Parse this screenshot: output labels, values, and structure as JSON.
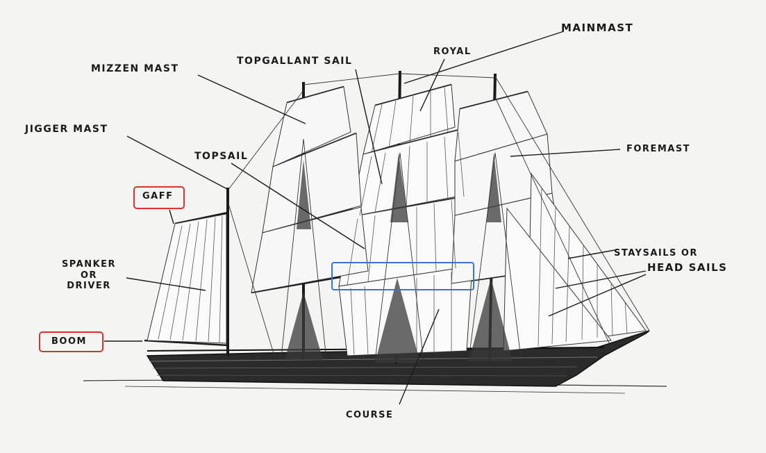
{
  "labels": {
    "mainmast": "MAINMAST",
    "royal": "ROYAL",
    "topgallant_sail": "TOPGALLANT SAIL",
    "mizzen_mast": "MIZZEN MAST",
    "jigger_mast": "JIGGER MAST",
    "topsail": "TOPSAIL",
    "foremast": "FOREMAST",
    "gaff": "GAFF",
    "spanker_line1": "SPANKER",
    "spanker_line2": "OR",
    "spanker_line3": "DRIVER",
    "staysails_line1": "STAYSAILS OR",
    "staysails_line2": "HEAD SAILS",
    "boom": "BOOM",
    "course": "COURSE"
  },
  "highlights": {
    "red_color": "#d9322b",
    "blue_color": "#3b73d1",
    "red_boxed": [
      "GAFF",
      "BOOM"
    ]
  }
}
